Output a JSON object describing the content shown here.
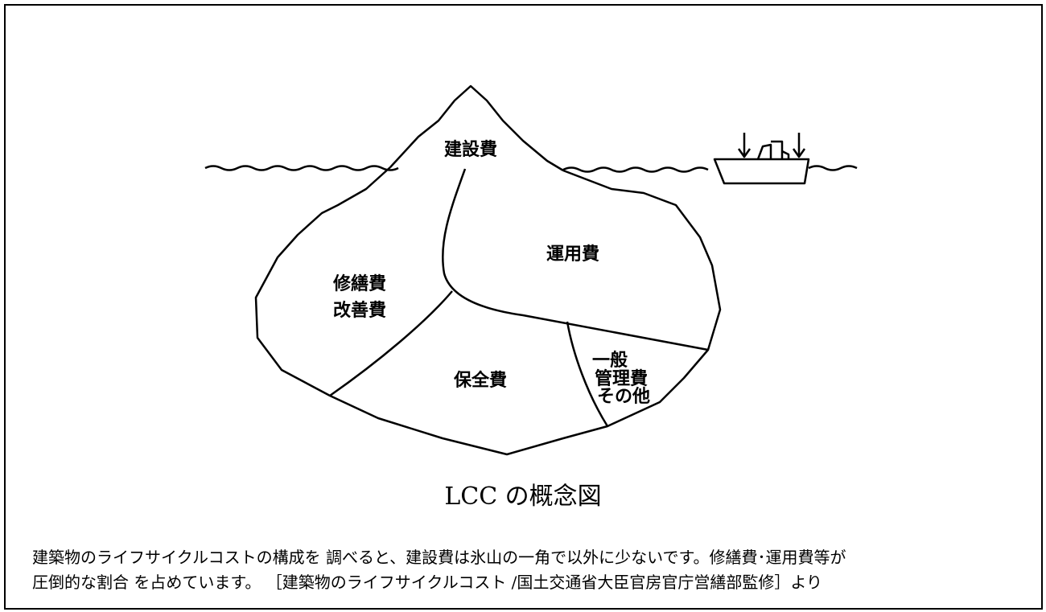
{
  "diagram": {
    "labels": {
      "construction": "建設費",
      "operation": "運用費",
      "repair_line1": "修繕費",
      "repair_line2": "改善費",
      "maintenance": "保全費",
      "general_line1": "一般",
      "general_line2": "管理費",
      "general_line3": "その他"
    },
    "title": "LCC の概念図"
  },
  "caption": {
    "line1": "建築物のライフサイクルコストの構成を 調べると、建設費は氷山の一角で以外に少ないです。修繕費･運用費等が",
    "line2": "圧倒的な割合 を占めています。 ［建築物のライフサイクルコスト /国土交通省大臣官房官庁営繕部監修］より"
  }
}
